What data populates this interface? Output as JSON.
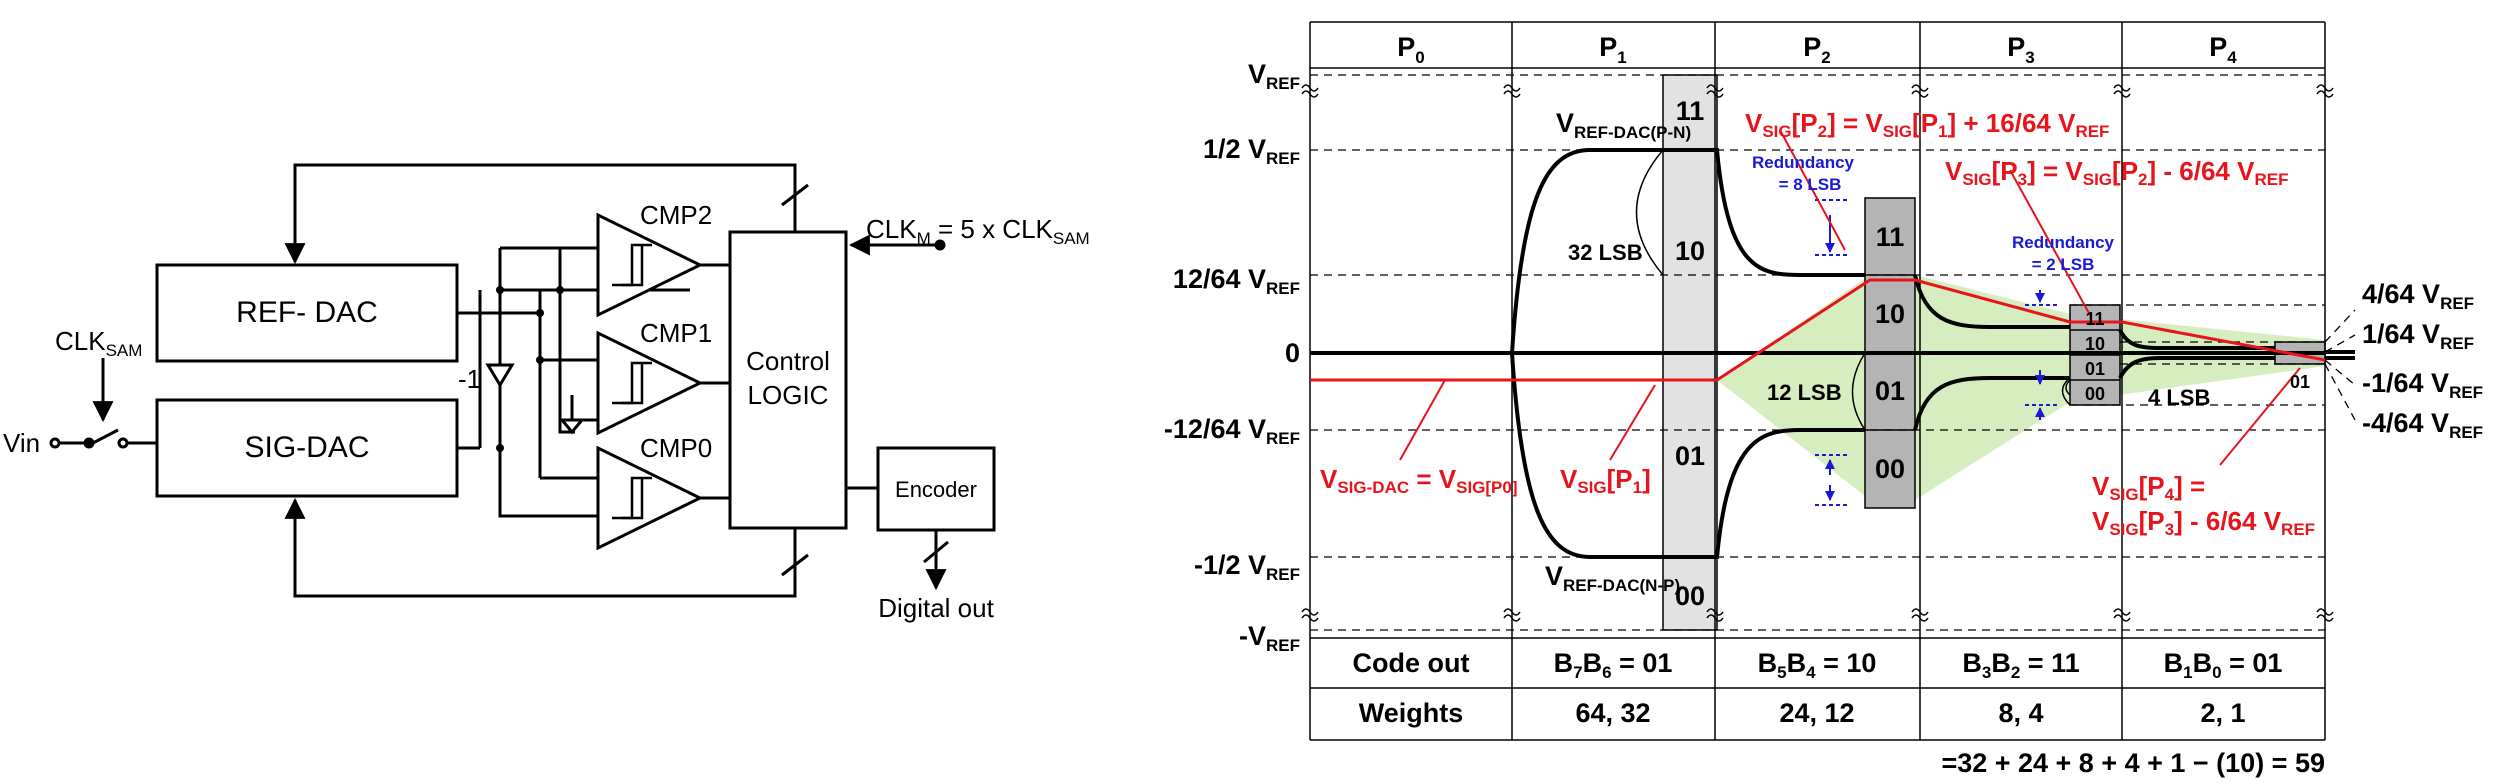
{
  "block_diagram": {
    "clk_sam": {
      "main": "CLK",
      "sub": "SAM"
    },
    "vin": "Vin",
    "ref_dac": "REF- DAC",
    "sig_dac": "SIG-DAC",
    "inverter": "-1",
    "cmp2": "CMP2",
    "cmp1": "CMP1",
    "cmp0": "CMP0",
    "control_line1": "Control",
    "control_line2": "LOGIC",
    "clk_m": {
      "main": "CLK",
      "sub": "M",
      "rest": " = 5 x CLK",
      "sub2": "SAM"
    },
    "encoder": "Encoder",
    "digital_out": "Digital out"
  },
  "timing": {
    "phases": [
      {
        "main": "P",
        "sub": "0"
      },
      {
        "main": "P",
        "sub": "1"
      },
      {
        "main": "P",
        "sub": "2"
      },
      {
        "main": "P",
        "sub": "3"
      },
      {
        "main": "P",
        "sub": "4"
      }
    ],
    "y_labels": {
      "vref": {
        "main": "V",
        "sub": "REF"
      },
      "half": {
        "main": "1/2 V",
        "sub": "REF"
      },
      "p12": {
        "main": "12/64 V",
        "sub": "REF"
      },
      "zero": "0",
      "m12": {
        "main": "-12/64 V",
        "sub": "REF"
      },
      "mhalf": {
        "main": "-1/2 V",
        "sub": "REF"
      },
      "mvref": {
        "main": "-V",
        "sub": "REF"
      }
    },
    "right_labels": {
      "p4": {
        "main": "4/64 V",
        "sub": "REF"
      },
      "p1": {
        "main": "1/64 V",
        "sub": "REF"
      },
      "m1": {
        "main": "-1/64 V",
        "sub": "REF"
      },
      "m4": {
        "main": "-4/64 V",
        "sub": "REF"
      }
    },
    "codes": {
      "p1": [
        "11",
        "10",
        "01",
        "00"
      ],
      "p2": [
        "11",
        "10",
        "01",
        "00"
      ],
      "p3": [
        "11",
        "10",
        "01",
        "00"
      ],
      "p4": "01"
    },
    "annotations": {
      "ref_dac_pn": {
        "main": "V",
        "sub": "REF-DAC(P-N)"
      },
      "ref_dac_np": {
        "main": "V",
        "sub": "REF-DAC(N-P)"
      },
      "lsb32": "32 LSB",
      "lsb12": "12 LSB",
      "lsb4": "4 LSB",
      "redundancy8_l1": "Redundancy",
      "redundancy8_l2": "= 8 LSB",
      "redundancy2_l1": "Redundancy",
      "redundancy2_l2": "= 2 LSB",
      "eq_p2": {
        "a": "V",
        "b": "SIG",
        "c": "[P",
        "d": "2",
        "e": "] = V",
        "f": "SIG",
        "g": "[P",
        "h": "1",
        "i": "] + 16/64 V",
        "j": "REF"
      },
      "eq_p3": {
        "a": "V",
        "b": "SIG",
        "c": "[P",
        "d": "3",
        "e": "] = V",
        "f": "SIG",
        "g": "[P",
        "h": "2",
        "i": "] - 6/64 V",
        "j": "REF"
      },
      "sig_dac_eq": {
        "a": "V",
        "b": "SIG-DAC",
        "c": " = V",
        "d": "SIG[P0]"
      },
      "sig_p1": {
        "a": "V",
        "b": "SIG",
        "c": "[P",
        "d": "1",
        "e": "]"
      },
      "sig_p4_l1": {
        "a": "V",
        "b": "SIG",
        "c": "[P",
        "d": "4",
        "e": "] ="
      },
      "sig_p4_l2": {
        "a": "V",
        "b": "SIG",
        "c": "[P",
        "d": "3",
        "e": "] - 6/64 V",
        "f": "REF"
      }
    },
    "table": {
      "row1_label": "Code out",
      "row2_label": "Weights",
      "codes": [
        {
          "a": "B",
          "b": "7",
          "c": "B",
          "d": "6",
          "e": " = 01"
        },
        {
          "a": "B",
          "b": "5",
          "c": "B",
          "d": "4",
          "e": " = 10"
        },
        {
          "a": "B",
          "b": "3",
          "c": "B",
          "d": "2",
          "e": " = 11"
        },
        {
          "a": "B",
          "b": "1",
          "c": "B",
          "d": "0",
          "e": " = 01"
        }
      ],
      "weights": [
        "64, 32",
        "24, 12",
        "8, 4",
        "2, 1"
      ]
    },
    "result": "=32 + 24 + 8 + 4 + 1 − (10) = 59"
  }
}
